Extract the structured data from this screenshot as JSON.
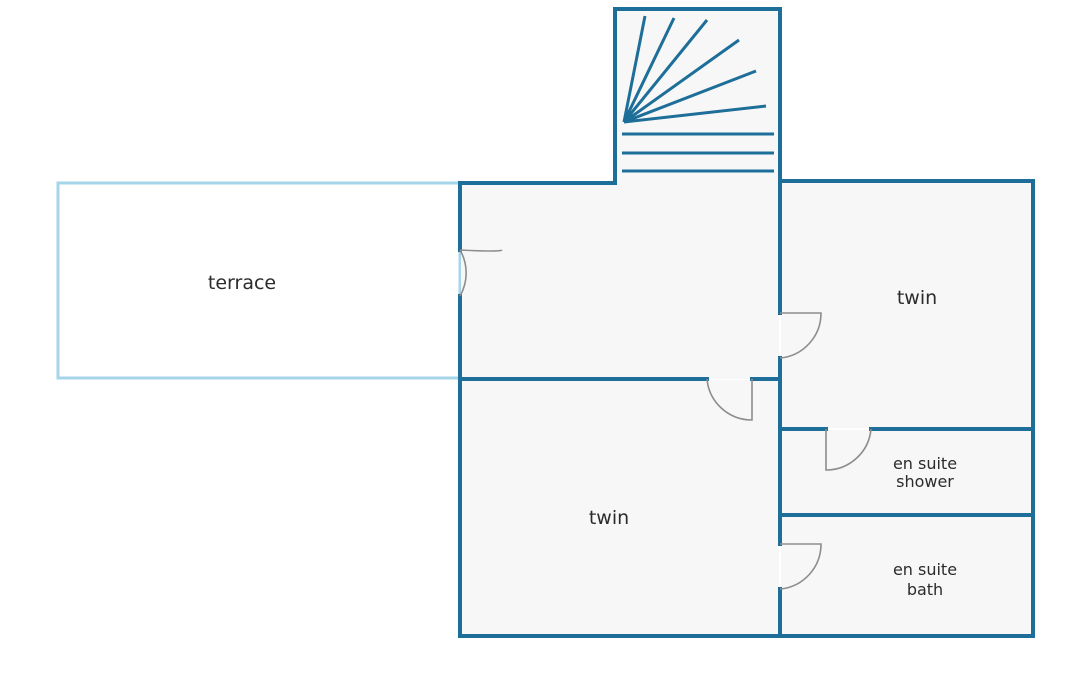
{
  "floorplan": {
    "colors": {
      "wall": "#1d6e99",
      "terrace_outline": "#a6d5ea",
      "room_fill": "#f7f7f7",
      "door": "#8d8d8d",
      "label": "#2b2b2b"
    },
    "rooms": {
      "terrace": {
        "label": "terrace"
      },
      "twin_upper": {
        "label": "twin"
      },
      "twin_lower": {
        "label": "twin"
      },
      "en_suite_shower": {
        "line1": "en suite",
        "line2": "shower"
      },
      "en_suite_bath": {
        "line1": "en suite",
        "line2": "bath"
      }
    }
  }
}
